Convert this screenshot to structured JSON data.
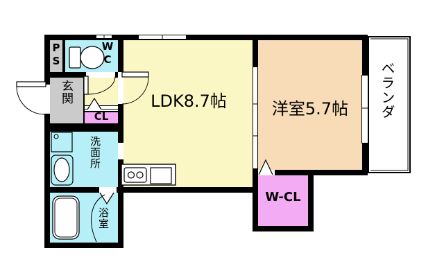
{
  "rooms": {
    "ldk": {
      "label": "LDK8.7帖",
      "color": "#FBF7C5"
    },
    "western": {
      "label": "洋室5.7帖",
      "color": "#F8DCB8"
    },
    "veranda": {
      "label": "ベランダ",
      "color": "#FFFFFF"
    },
    "entrance": {
      "label": "玄関",
      "color": "#CBCBCB"
    },
    "pipe_space": {
      "label": "PS",
      "color": "#CBCBCB"
    },
    "wc": {
      "label": "WC",
      "color": "#B6EFF7"
    },
    "closet": {
      "label": "CL",
      "color": "#F3ABF3"
    },
    "walk_in_closet": {
      "label": "W-CL",
      "color": "#F3ABF3"
    },
    "washroom": {
      "label": "洗面所",
      "color": "#B6EFF7"
    },
    "bathroom": {
      "label": "浴室",
      "color": "#B6EFF7"
    },
    "hallway": {
      "color": "#FBF7C5"
    }
  },
  "colors": {
    "wall": "#000000",
    "background": "#FFFFFF",
    "fixture_fill": "#FFFFFF"
  },
  "fixtures": [
    "toilet-icon",
    "washing-machine-icon",
    "washbasin-icon",
    "bathtub-icon",
    "stove-burners-icon",
    "kitchen-sink-icon"
  ]
}
